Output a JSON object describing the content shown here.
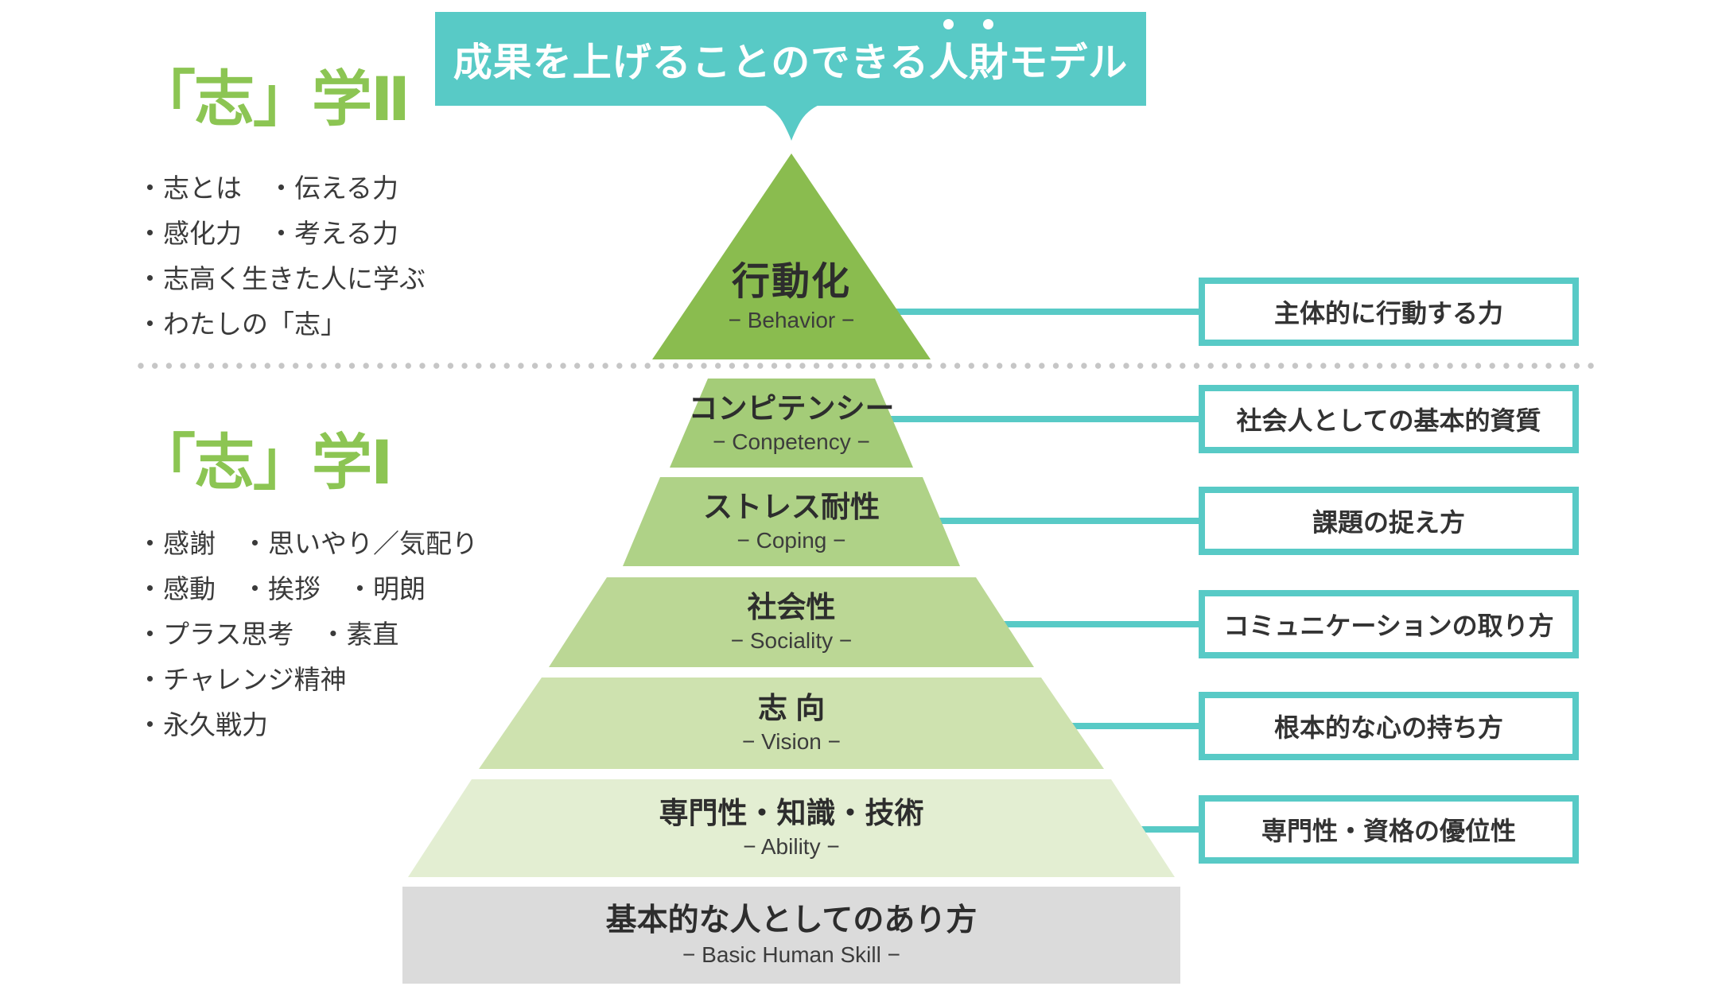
{
  "banner": {
    "title_pre": "成果を上げることのできる",
    "title_emph": "人財",
    "title_post": "モデル"
  },
  "left_column": {
    "section2": {
      "heading": "「志」学Ⅱ",
      "items": [
        "・志とは　・伝える力",
        "・感化力　・考える力",
        "・志高く生きた人に学ぶ",
        "・わたしの「志」"
      ]
    },
    "section1": {
      "heading": "「志」学Ⅰ",
      "items": [
        "・感謝　・思いやり／気配り",
        "・感動　・挨拶　・明朗",
        "・プラス思考　・素直",
        "・チャレンジ精神",
        "・永久戦力"
      ]
    }
  },
  "pyramid": {
    "levels": [
      {
        "jp": "行動化",
        "en": "− Behavior −",
        "color": "#8ABC4F",
        "annotation": "主体的に行動する力"
      },
      {
        "jp": "コンピテンシー",
        "en": "− Conpetency −",
        "color": "#A4CC78",
        "annotation": "社会人としての基本的資質"
      },
      {
        "jp": "ストレス耐性",
        "en": "− Coping −",
        "color": "#AFD287",
        "annotation": "課題の捉え方"
      },
      {
        "jp": "社会性",
        "en": "− Sociality −",
        "color": "#BBD795",
        "annotation": "コミュニケーションの取り方"
      },
      {
        "jp": "志 向",
        "en": "− Vision −",
        "color": "#CEE2AF",
        "annotation": "根本的な心の持ち方"
      },
      {
        "jp": "専門性・知識・技術",
        "en": "− Ability −",
        "color": "#E3EED2",
        "annotation": "専門性・資格の優位性"
      }
    ],
    "base": {
      "jp": "基本的な人としてのあり方",
      "en": "− Basic Human Skill −",
      "color": "#DBDBDB"
    }
  },
  "colors": {
    "accent_teal": "#58CAC6",
    "heading_green": "#8CC553",
    "dot_gray": "#C6C6C6",
    "white": "#FFFFFF"
  }
}
